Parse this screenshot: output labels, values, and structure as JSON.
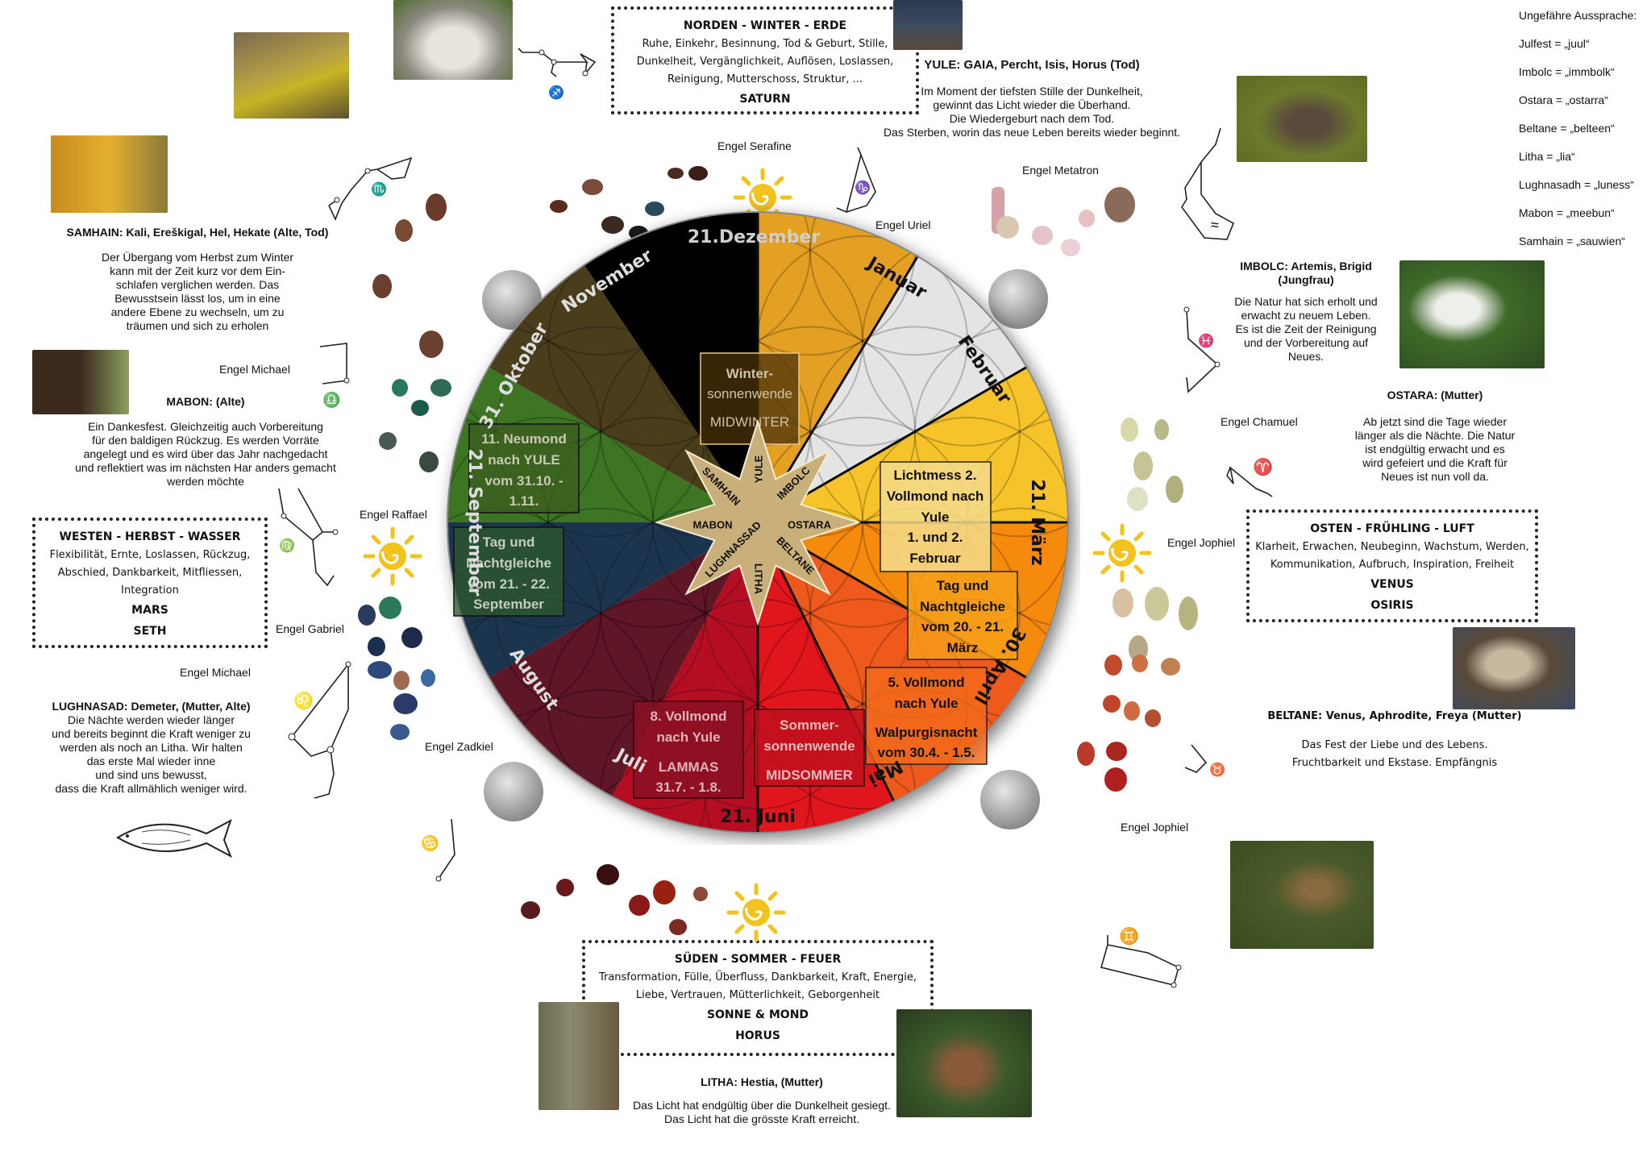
{
  "pronunciation": {
    "title": "Ungefähre Aussprache:",
    "items": [
      "Julfest = „juul“",
      "Imbolc = „immbolk“",
      "Ostara = „ostarra“",
      "Beltane = „belteen“",
      "Litha = „lia“",
      "Lughnasadh = „luness“",
      "Mabon = „meebun“",
      "Samhain = „sauwien“"
    ]
  },
  "north_box": {
    "heading": "NORDEN - WINTER - ERDE",
    "lines": [
      "Ruhe, Einkehr, Besinnung, Tod & Geburt, Stille,",
      "Dunkelheit, Vergänglichkeit, Auflösen, Loslassen,",
      "Reinigung, Mutterschoss, Struktur, ..."
    ],
    "planet": "SATURN"
  },
  "west_box": {
    "heading": "WESTEN - HERBST - WASSER",
    "lines": [
      "Flexibilität, Ernte, Loslassen, Rückzug,",
      "Abschied, Dankbarkeit, Mitfliessen,",
      "Integration"
    ],
    "planet": "MARS",
    "deity": "SETH"
  },
  "east_box": {
    "heading": "OSTEN - FRÜHLING - LUFT",
    "lines": [
      "Klarheit, Erwachen, Neubeginn, Wachstum, Werden,",
      "Kommunikation, Aufbruch, Inspiration, Freiheit"
    ],
    "planet": "VENUS",
    "deity": "OSIRIS"
  },
  "south_box": {
    "heading": "SÜDEN - SOMMER - FEUER",
    "lines": [
      "Transformation, Fülle, Überfluss, Dankbarkeit, Kraft, Energie,",
      "Liebe, Vertrauen, Mütterlichkeit, Geborgenheit"
    ],
    "planet": "SONNE & MOND",
    "deity": "HORUS"
  },
  "festivals": {
    "yule": {
      "title": "YULE: GAIA, Percht, Isis, Horus (Tod)",
      "lines": [
        "Im Moment der tiefsten Stille der Dunkelheit,",
        "gewinnt das Licht wieder die Überhand.",
        "Die Wiedergeburt nach dem Tod.",
        "Das Sterben, worin das neue Leben bereits wieder beginnt."
      ]
    },
    "samhain": {
      "title": "SAMHAIN: Kali, Ereškigal, Hel, Hekate (Alte, Tod)",
      "lines": [
        "Der Übergang vom Herbst zum Winter",
        "kann mit der Zeit kurz vor dem Ein-",
        "schlafen verglichen werden. Das",
        "Bewusstsein lässt los, um in eine",
        "andere Ebene zu wechseln, um zu",
        "träumen und sich zu erholen"
      ]
    },
    "mabon": {
      "title": "MABON: (Alte)",
      "lines": [
        "Ein Dankesfest. Gleichzeitig auch Vorbereitung",
        "für den baldigen Rückzug. Es werden Vorräte",
        "angelegt und es wird über das Jahr nachgedacht",
        "und reflektiert was im nächsten Har anders gemacht",
        "werden möchte"
      ]
    },
    "lughnasad": {
      "title": "LUGHNASAD: Demeter, (Mutter, Alte)",
      "lines": [
        "Die Nächte werden wieder länger",
        "und bereits beginnt die Kraft weniger zu",
        "werden als noch an Litha. Wir halten",
        "das erste Mal wieder inne",
        "und sind uns bewusst,",
        "dass die Kraft allmählich weniger wird."
      ]
    },
    "imbolc": {
      "title": "IMBOLC: Artemis, Brigid (Jungfrau)",
      "lines": [
        "Die Natur hat sich erholt und",
        "erwacht zu neuem Leben.",
        "Es ist die Zeit der Reinigung",
        "und der Vorbereitung auf",
        "Neues."
      ]
    },
    "ostara": {
      "title": "OSTARA: (Mutter)",
      "lines": [
        "Ab jetzt sind die Tage wieder",
        "länger als die Nächte. Die Natur",
        "ist endgültig erwacht und es",
        "wird gefeiert und die Kraft für",
        "Neues ist nun voll da."
      ]
    },
    "beltane": {
      "title": "BELTANE: Venus, Aphrodite, Freya (Mutter)",
      "lines": [
        "Das Fest der Liebe und des Lebens.",
        "Fruchtbarkeit und Ekstase. Empfängnis"
      ]
    },
    "litha": {
      "title": "LITHA: Hestia, (Mutter)",
      "lines": [
        "Das Licht hat endgültig über die Dunkelheit gesiegt.",
        "Das Licht hat die grösste Kraft erreicht."
      ]
    }
  },
  "angels": {
    "serafine": "Engel Serafine",
    "uriel": "Engel Uriel",
    "metatron": "Engel Metatron",
    "chamuel": "Engel Chamuel",
    "jophiel_1": "Engel Jophiel",
    "jophiel_2": "Engel Jophiel",
    "michael_1": "Engel Michael",
    "michael_2": "Engel Michael",
    "raffael": "Engel Raffael",
    "gabriel": "Engel Gabriel",
    "zadkiel": "Engel Zadkiel"
  },
  "wheel": {
    "sectors": [
      {
        "name": "winter-dark",
        "color": "#050505"
      },
      {
        "name": "yule-gold",
        "color": "#e3a022"
      },
      {
        "name": "imbolc-white",
        "color": "#e4e4e4"
      },
      {
        "name": "feb-yellow",
        "color": "#f6c42a"
      },
      {
        "name": "ostara-orange",
        "color": "#f68a10"
      },
      {
        "name": "beltane-redorange",
        "color": "#ef5a1c"
      },
      {
        "name": "litha-red",
        "color": "#e0161c"
      },
      {
        "name": "juli-crimson",
        "color": "#b50e23"
      },
      {
        "name": "lammas-wine",
        "color": "#5e1428"
      },
      {
        "name": "sept-navy",
        "color": "#1f3550"
      },
      {
        "name": "oct-green",
        "color": "#3d7424"
      },
      {
        "name": "nov-olive",
        "color": "#4a3c1c"
      }
    ],
    "month_labels": [
      "21.Dezember",
      "Januar",
      "Februar",
      "21. März",
      "30. April",
      "Mai",
      "21. Juni",
      "Juli",
      "August",
      "21. September",
      "31. Oktober",
      "November"
    ],
    "boxes": {
      "winter": {
        "l1": "Winter-",
        "l2": "sonnenwende",
        "l3": "MIDWINTER"
      },
      "lichtmess": {
        "lines": [
          "Lichtmess 2.",
          "Vollmond nach",
          "Yule",
          "1. und 2.",
          "Februar"
        ]
      },
      "spring_equinox": {
        "lines": [
          "Tag und",
          "Nachtgleiche",
          "vom 20. - 21.",
          "März"
        ]
      },
      "walpurgis": {
        "lines": [
          "5. Vollmond",
          "nach Yule",
          "Walpurgisnacht",
          "vom 30.4. - 1.5."
        ]
      },
      "summer": {
        "l1": "Sommer-",
        "l2": "sonnenwende",
        "l3": "MIDSOMMER"
      },
      "lammas": {
        "lines": [
          "8. Vollmond",
          "nach Yule",
          "LAMMAS",
          "31.7. - 1.8."
        ]
      },
      "autumn_equinox": {
        "lines": [
          "Tag und",
          "Nachtgleiche",
          "vom 21. - 22.",
          "September"
        ]
      },
      "neumond": {
        "lines": [
          "11. Neumond",
          "nach YULE",
          "vom 31.10. -",
          "1.11."
        ]
      }
    },
    "star_labels": [
      "YULE",
      "IMBOLC",
      "OSTARA",
      "BELTANE",
      "LITHA",
      "LUGHNASSAD",
      "MABON",
      "SAMHAIN"
    ],
    "star_color": "#c9b07a"
  },
  "icons": {
    "sun": "sun-spiral-icon",
    "moon": "full-moon-icon"
  }
}
